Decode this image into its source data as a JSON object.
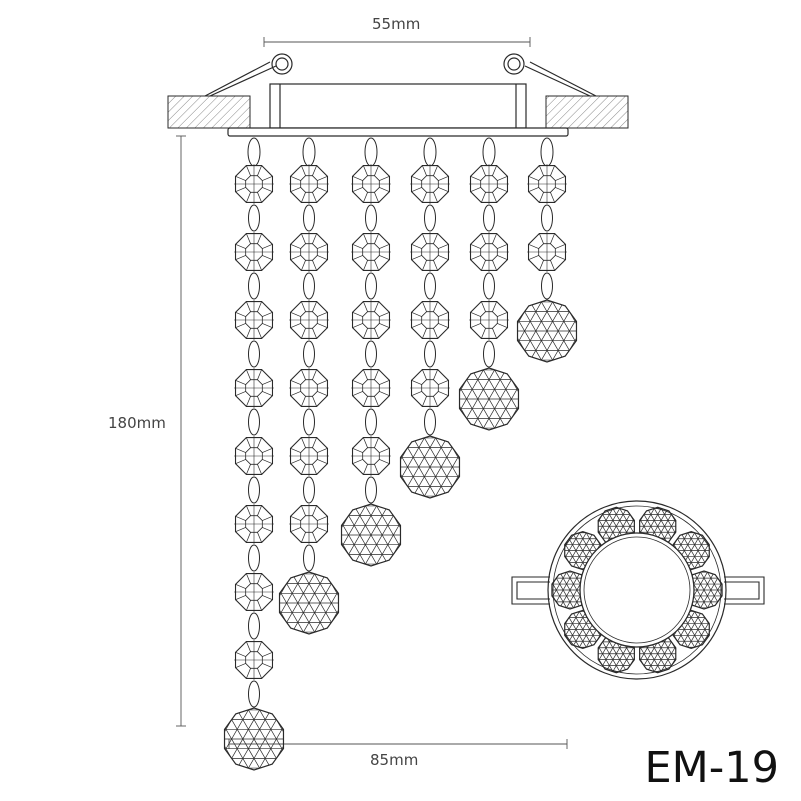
{
  "model_code": "EM-19",
  "dimensions": {
    "top_width": "55mm",
    "bottom_width": "85mm",
    "height": "180mm"
  },
  "strands": [
    {
      "octagon_beads": 8,
      "ends_with": "crystal-ball"
    },
    {
      "octagon_beads": 6,
      "ends_with": "crystal-ball"
    },
    {
      "octagon_beads": 5,
      "ends_with": "crystal-ball"
    },
    {
      "octagon_beads": 4,
      "ends_with": "crystal-ball"
    },
    {
      "octagon_beads": 3,
      "ends_with": "crystal-ball"
    },
    {
      "octagon_beads": 2,
      "ends_with": "crystal-ball"
    }
  ],
  "colors": {
    "line": "#2a2a2a",
    "dimension_line": "#555555",
    "ceiling_hatch": "#888888"
  }
}
